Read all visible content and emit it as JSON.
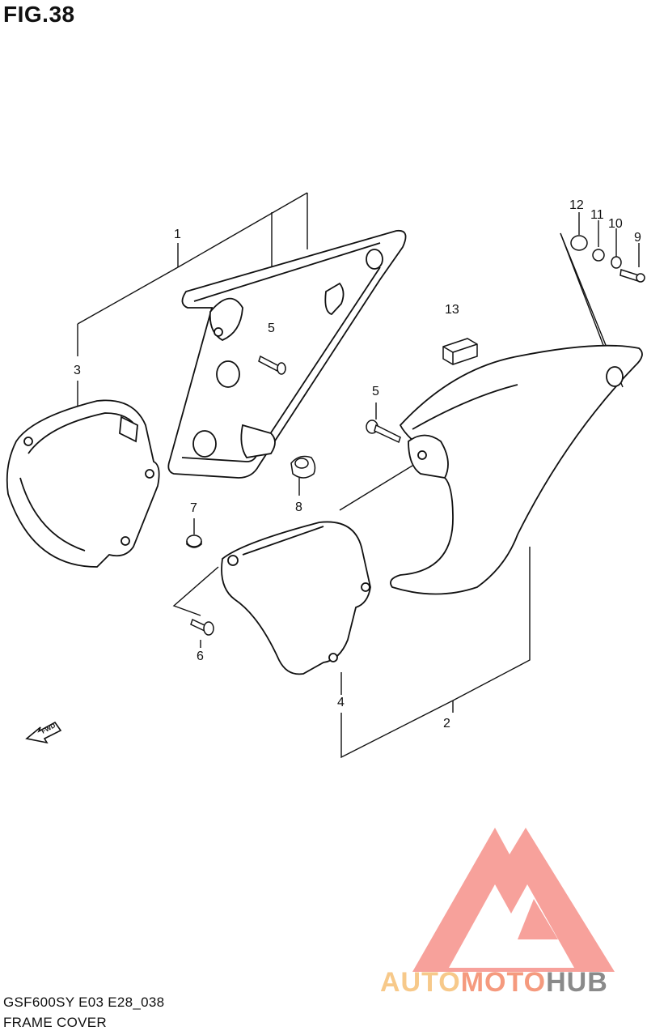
{
  "figure": {
    "title": "FIG.38"
  },
  "footer": {
    "model": "GSF600SY E03 E28_038",
    "name": "FRAME COVER"
  },
  "parts": {
    "p1": "1",
    "p2": "2",
    "p3": "3",
    "p4": "4",
    "p5a": "5",
    "p5b": "5",
    "p6": "6",
    "p7": "7",
    "p8": "8",
    "p9": "9",
    "p10": "10",
    "p11": "11",
    "p12": "12",
    "p13": "13"
  },
  "direction_marker": {
    "text": "FWD"
  },
  "watermark": {
    "part1": "AUTO",
    "part2": "MOTO",
    "part3": "HUB"
  },
  "colors": {
    "line": "#111111",
    "logo_red": "#f26a5a",
    "logo_yellow": "#f7c98a",
    "logo_gray": "#8a8a8a"
  }
}
